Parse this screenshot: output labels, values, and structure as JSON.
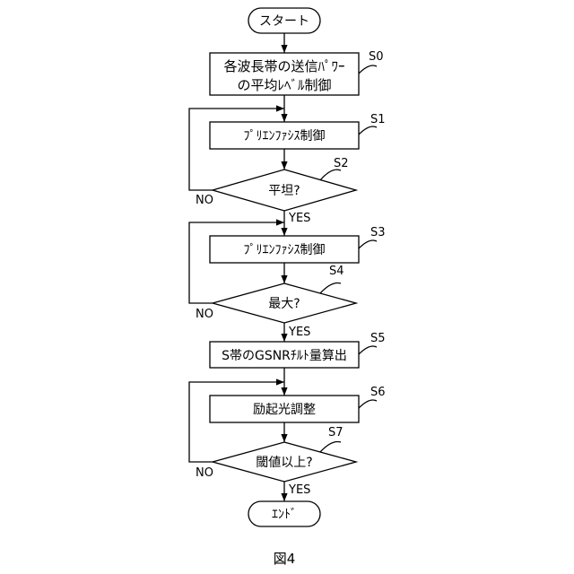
{
  "figure_caption": "図4",
  "start_label": "スタート",
  "end_label": "ｴﾝﾄﾞ",
  "steps": {
    "s0": {
      "tag": "S0",
      "line1": "各波長帯の送信ﾊﾟﾜｰ",
      "line2": "の平均ﾚﾍﾞﾙ制御"
    },
    "s1": {
      "tag": "S1",
      "text": "ﾌﾟﾘｴﾝﾌｧｼｽ制御"
    },
    "s2": {
      "tag": "S2",
      "text": "平坦?"
    },
    "s3": {
      "tag": "S3",
      "text": "ﾌﾟﾘｴﾝﾌｧｼｽ制御"
    },
    "s4": {
      "tag": "S4",
      "text": "最大?"
    },
    "s5": {
      "tag": "S5",
      "text": "S帯のGSNRﾁﾙﾄ量算出"
    },
    "s6": {
      "tag": "S6",
      "text": "励起光調整"
    },
    "s7": {
      "tag": "S7",
      "text": "閾値以上?"
    }
  },
  "branches": {
    "yes": "YES",
    "no": "NO"
  }
}
